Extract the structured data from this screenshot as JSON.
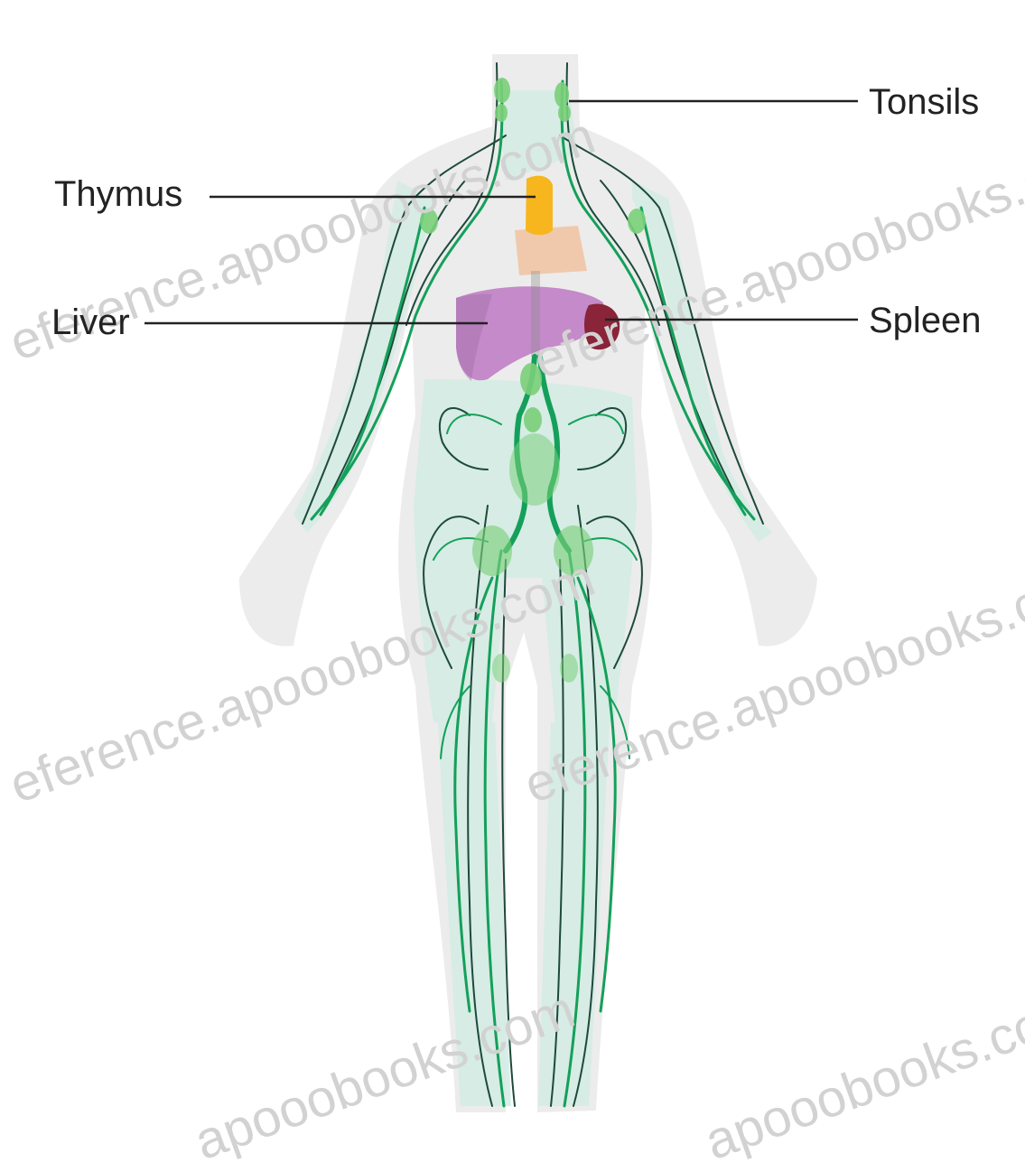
{
  "labels": {
    "tonsils": "Tonsils",
    "thymus": "Thymus",
    "liver": "Liver",
    "spleen": "Spleen"
  },
  "watermarks": [
    "eference.apooobooks.com",
    "eference.apooobooks.com",
    "eference.apooobooks.com",
    "eference.apooobooks.com",
    "apooobooks.com",
    "apooobooks.com"
  ],
  "colors": {
    "body_silhouette": "#ececec",
    "lymph_fill": "#d3ece4",
    "vessel_green": "#14a05a",
    "vessel_dark": "#1d4a3b",
    "node_green": "#7ad07a",
    "thymus": "#f7b61d",
    "liver": "#c48ac9",
    "spleen": "#8a2438",
    "heart_area": "#f0c9ac",
    "watermark": "#d2d2d2",
    "leader_line": "#222222"
  }
}
